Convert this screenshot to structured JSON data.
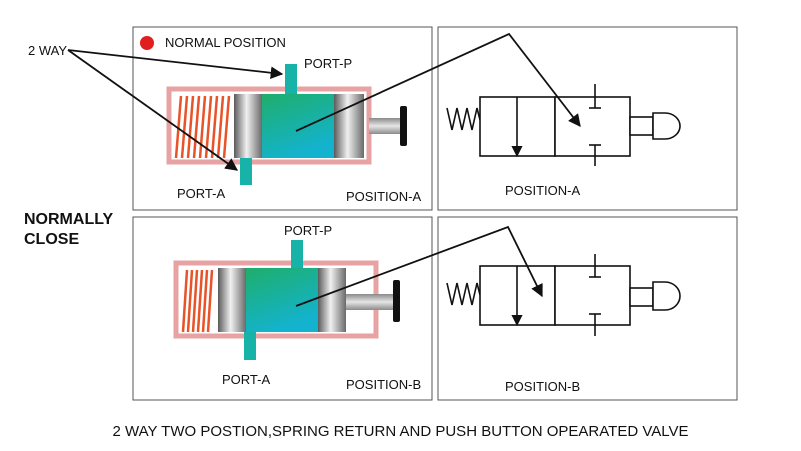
{
  "labels": {
    "two_way": "2 WAY",
    "normal_position": "NORMAL POSITION",
    "port_p": "PORT-P",
    "port_a": "PORT-A",
    "position_a": "POSITION-A",
    "position_b": "POSITION-B",
    "normally": "NORMALLY",
    "close": "CLOSE",
    "caption": "2 WAY TWO POSTION,SPRING RETURN AND PUSH BUTTON OPEARATED VALVE"
  },
  "colors": {
    "body_outline": "#e7a3a3",
    "spring_red": "#e8532a",
    "spool_green": "#1fae6a",
    "spool_teal": "#13b3cf",
    "port_teal": "#17b3a8",
    "normal_dot": "#e01f1f",
    "line": "#111111"
  }
}
